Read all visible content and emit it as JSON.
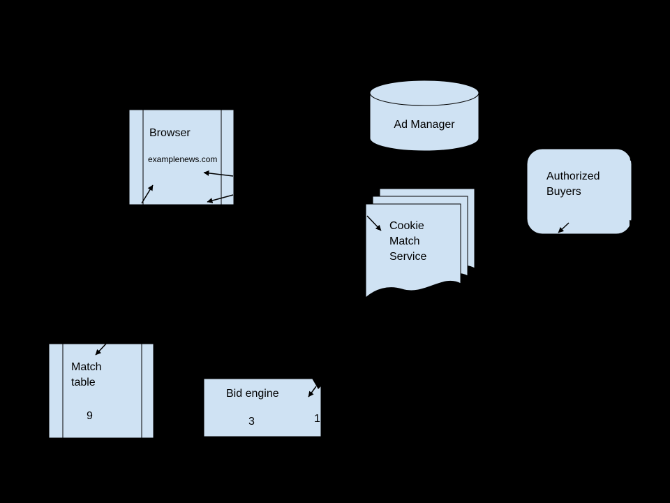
{
  "colors": {
    "background": "#000000",
    "shape_fill": "#cfe2f3",
    "stroke": "#000000",
    "text": "#000000"
  },
  "diagram": {
    "browser": {
      "title": "Browser",
      "url": "examplenews.com"
    },
    "ad_manager": {
      "label": "Ad Manager"
    },
    "cookie_match_service": {
      "lines": [
        "Cookie",
        "Match",
        "Service"
      ]
    },
    "authorized_buyers": {
      "lines": [
        "Authorized",
        "Buyers"
      ]
    },
    "match_table": {
      "lines": [
        "Match",
        "table"
      ],
      "step": "9"
    },
    "bid_engine": {
      "label": "Bid engine",
      "step": "3",
      "step_right": "1"
    }
  }
}
